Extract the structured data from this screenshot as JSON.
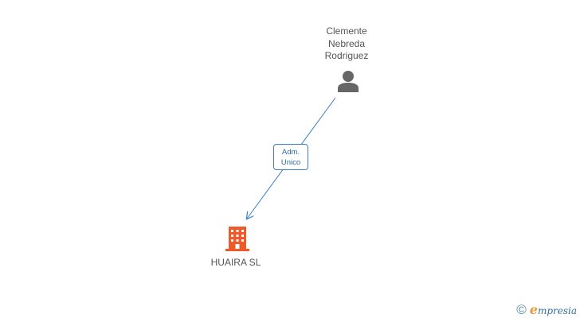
{
  "person": {
    "name_lines": [
      "Clemente",
      "Nebreda",
      "Rodriguez"
    ],
    "icon": "person-icon",
    "color": "#666666"
  },
  "relation": {
    "lines": [
      "Adm.",
      "Unico"
    ],
    "color": "#3b7fc4"
  },
  "company": {
    "name": "HUAIRA SL",
    "icon": "building-icon",
    "color": "#f05a28"
  },
  "footer": {
    "copyright_symbol": "©",
    "brand_initial": "e",
    "brand_rest": "mpresia"
  }
}
